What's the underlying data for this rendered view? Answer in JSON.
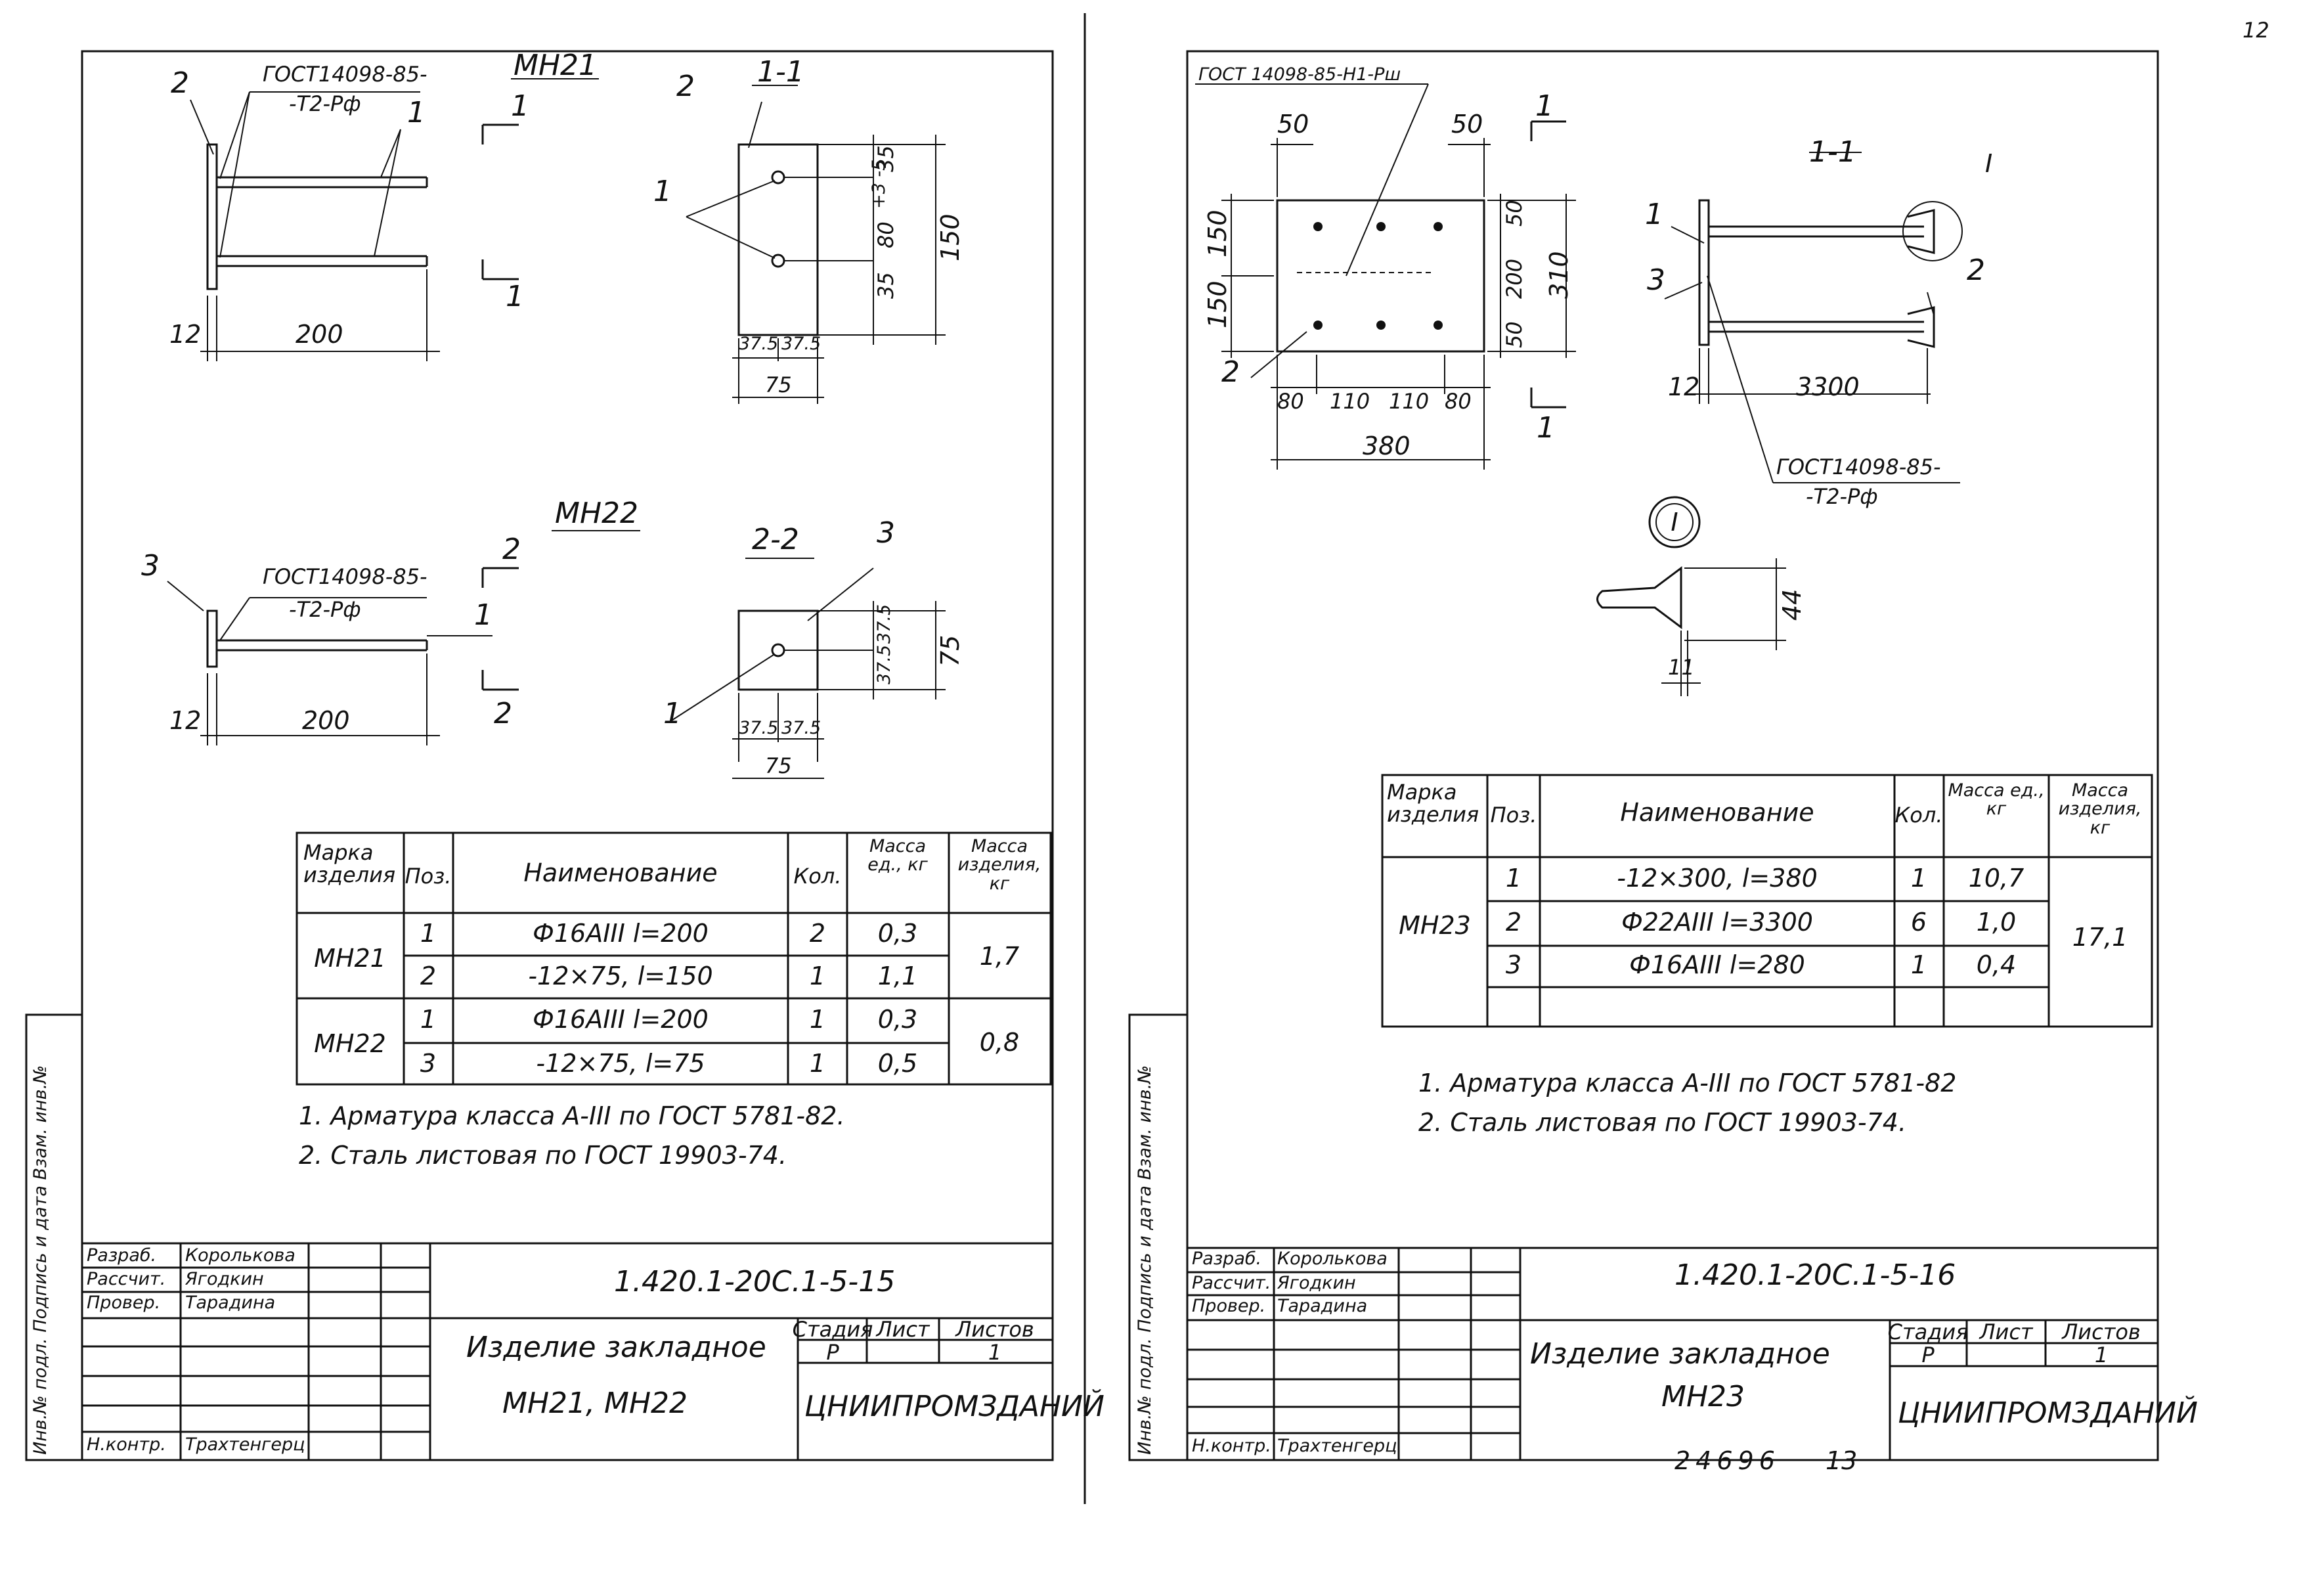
{
  "page_number": "12",
  "bottom_code": "24696",
  "bottom_page": "13",
  "left": {
    "mh21_title": "МН21",
    "mh22_title": "МН22",
    "gost_weld": "ГОСТ14098-85-",
    "gost_weld2": "-Т2-Рф",
    "sec11": "1-1",
    "sec22": "2-2",
    "pos1": "1",
    "pos2": "2",
    "pos3": "3",
    "d12": "12",
    "d200": "200",
    "d150": "150",
    "d35": "35",
    "d80": "80",
    "d80tol": "+3 -5",
    "d375": "37.5",
    "d75": "75",
    "table": {
      "headers": [
        "Марка изделия",
        "Поз.",
        "Наименование",
        "Кол.",
        "Масса ед., кг",
        "Масса изделия, кг"
      ],
      "rows": [
        {
          "mark": "МН21",
          "pos": "1",
          "name": "Ф16АIII l=200",
          "qty": "2",
          "unit": "0,3",
          "total": "1,7"
        },
        {
          "mark": "",
          "pos": "2",
          "name": "-12×75, l=150",
          "qty": "1",
          "unit": "1,1",
          "total": ""
        },
        {
          "mark": "МН22",
          "pos": "1",
          "name": "Ф16АIII l=200",
          "qty": "1",
          "unit": "0,3",
          "total": "0,8"
        },
        {
          "mark": "",
          "pos": "3",
          "name": "-12×75, l=75",
          "qty": "1",
          "unit": "0,5",
          "total": ""
        }
      ]
    },
    "notes": [
      "1. Арматура класса А-III по ГОСТ 5781-82.",
      "2. Сталь листовая по ГОСТ 19903-74."
    ],
    "stamp": {
      "code": "1.420.1-20С.1-5-15",
      "roles": [
        "Разраб.",
        "Рассчит.",
        "Провер.",
        "",
        "",
        "Н.контр."
      ],
      "names": [
        "Королькова",
        "Ягодкин",
        "Тарадина",
        "",
        "",
        "Трахтенгерц"
      ],
      "title1": "Изделие закладное",
      "title2": "МН21, МН22",
      "stage_h": "Стадия",
      "sheet_h": "Лист",
      "sheets_h": "Листов",
      "stage": "Р",
      "sheets": "1",
      "org": "ЦНИИПРОМЗДАНИЙ"
    },
    "side_text": "Инв.№ подл.  Подпись и дата  Взам. инв.№"
  },
  "right": {
    "gost_top": "ГОСТ 14098-85-Н1-Рш",
    "gost_weld": "ГОСТ14098-85-",
    "gost_weld2": "-Т2-Рф",
    "sec11": "1-1",
    "callout": "I",
    "d50": "50",
    "d150": "150",
    "d200": "200",
    "d310": "310",
    "d80": "80",
    "d110": "110",
    "d380": "380",
    "d12": "12",
    "d3300": "3300",
    "d44": "44",
    "d11": "11",
    "pos1": "1",
    "pos2": "2",
    "pos3": "3",
    "table": {
      "headers": [
        "Марка изделия",
        "Поз.",
        "Наименование",
        "Кол.",
        "Масса ед., кг",
        "Масса изделия, кг"
      ],
      "rows": [
        {
          "mark": "МН23",
          "pos": "1",
          "name": "-12×300, l=380",
          "qty": "1",
          "unit": "10,7",
          "total": "17,1"
        },
        {
          "mark": "",
          "pos": "2",
          "name": "Ф22АIII l=3300",
          "qty": "6",
          "unit": "1,0",
          "total": ""
        },
        {
          "mark": "",
          "pos": "3",
          "name": "Ф16АIII l=280",
          "qty": "1",
          "unit": "0,4",
          "total": ""
        }
      ]
    },
    "notes": [
      "1. Арматура класса А-III по ГОСТ 5781-82",
      "2. Сталь листовая по ГОСТ 19903-74."
    ],
    "stamp": {
      "code": "1.420.1-20С.1-5-16",
      "roles": [
        "Разраб.",
        "Рассчит.",
        "Провер.",
        "",
        "",
        "Н.контр."
      ],
      "names": [
        "Королькова",
        "Ягодкин",
        "Тарадина",
        "",
        "",
        "Трахтенгерц"
      ],
      "title1": "Изделие закладное",
      "title2": "МН23",
      "stage_h": "Стадия",
      "sheet_h": "Лист",
      "sheets_h": "Листов",
      "stage": "Р",
      "sheets": "1",
      "org": "ЦНИИПРОМЗДАНИЙ"
    },
    "side_text": "Инв.№ подл.  Подпись и дата  Взам. инв.№"
  }
}
